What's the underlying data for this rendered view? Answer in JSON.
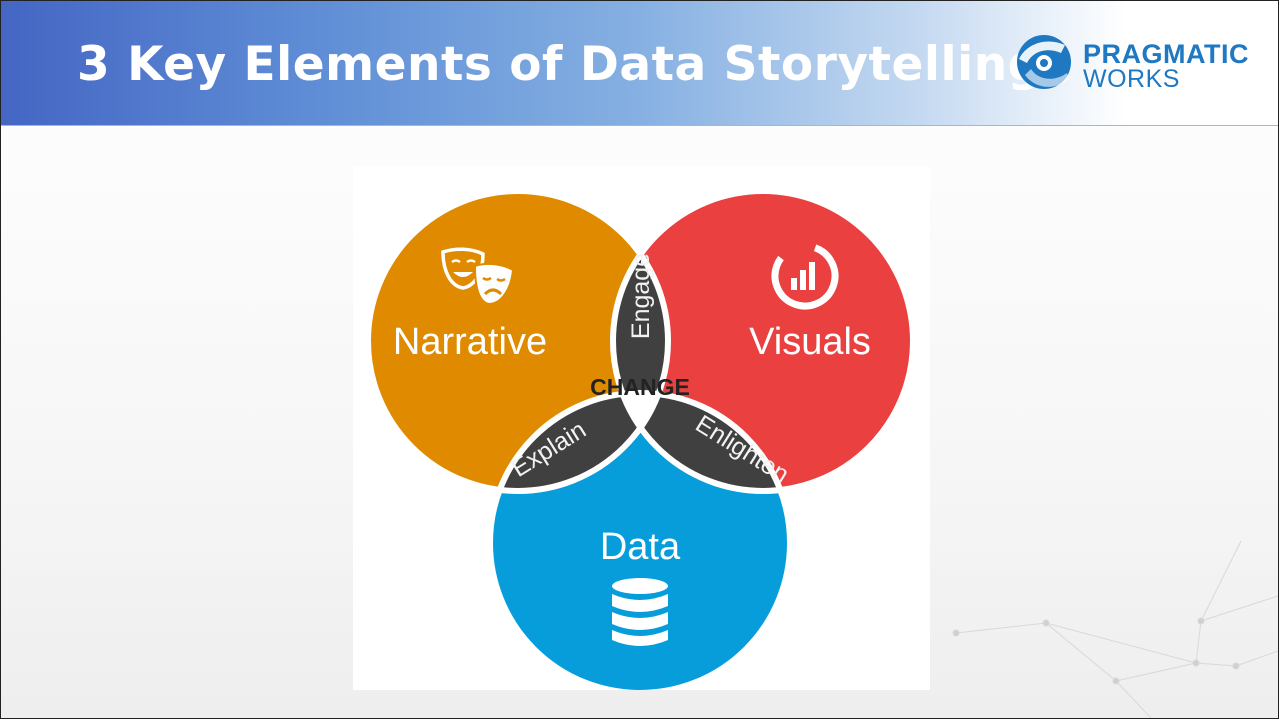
{
  "slide": {
    "title": "3 Key Elements of Data Storytelling",
    "logo": {
      "line1": "PRAGMATIC",
      "line2": "WORKS",
      "color": "#1e78c2"
    }
  },
  "diagram": {
    "circles": [
      {
        "label": "Narrative",
        "color": "#e08a00",
        "icon": "theater-masks-icon"
      },
      {
        "label": "Visuals",
        "color": "#ea4040",
        "icon": "chart-circle-icon"
      },
      {
        "label": "Data",
        "color": "#079ddb",
        "icon": "database-icon"
      }
    ],
    "overlaps": {
      "narrative_visuals": "Engage",
      "narrative_data": "Explain",
      "visuals_data": "Enlighten"
    },
    "center": "CHANGE",
    "overlap_color": "#404040"
  }
}
